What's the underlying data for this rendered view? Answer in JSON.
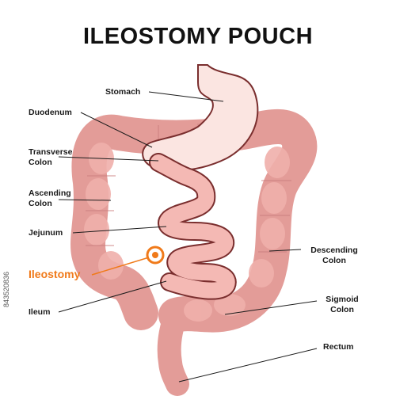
{
  "title": "ILEOSTOMY POUCH",
  "labels": {
    "stomach": "Stomach",
    "duodenum": "Duodenum",
    "transverse_colon": "Transverse\nColon",
    "ascending_colon": "Ascending\nColon",
    "jejunum": "Jejunum",
    "ileostomy": "Ileostomy",
    "ileum": "Ileum",
    "descending_colon": "Descending\nColon",
    "sigmoid_colon": "Sigmoid\nColon",
    "rectum": "Rectum"
  },
  "watermark": "843520836",
  "colors": {
    "organ": "#e8a3a3",
    "organ_dark": "#c97d7d",
    "outline": "#7a2e2e",
    "stomach_fill": "#fbe5e1",
    "accent": "#f07a1a",
    "leader": "#1a1a1a"
  }
}
